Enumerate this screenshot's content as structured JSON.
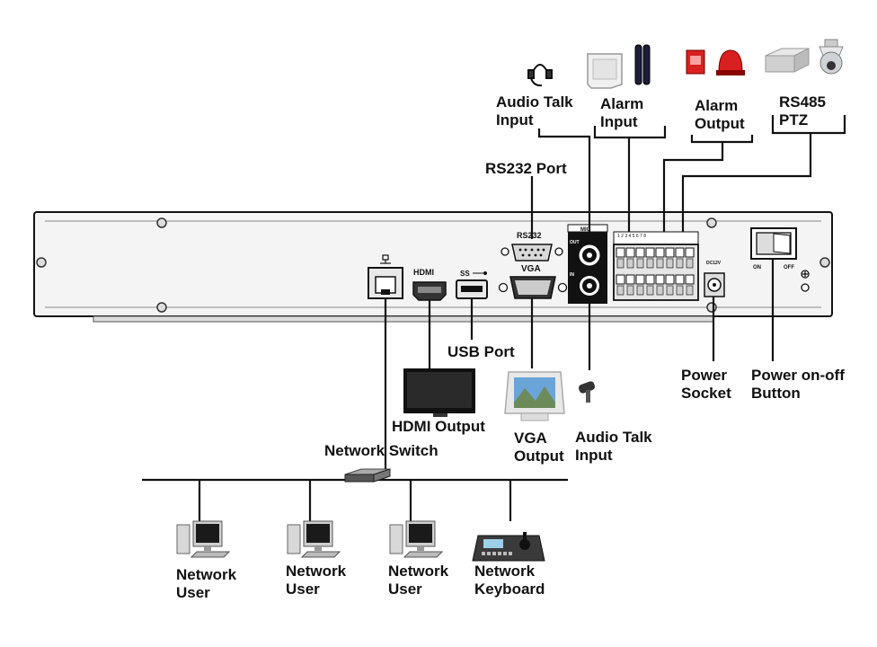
{
  "top_labels": {
    "audio_talk_input_top": [
      "Audio Talk",
      "Input"
    ],
    "alarm_input": [
      "Alarm",
      "Input"
    ],
    "alarm_output": [
      "Alarm",
      "Output"
    ],
    "rs485_ptz": [
      "RS485",
      "PTZ"
    ],
    "rs232_port": "RS232 Port"
  },
  "bottom_labels": {
    "usb_port": "USB Port",
    "hdmi_output": "HDMI Output",
    "network_switch": "Network Switch",
    "vga_output": [
      "VGA",
      "Output"
    ],
    "audio_talk_input_bottom": [
      "Audio Talk",
      "Input"
    ],
    "power_socket": [
      "Power",
      "Socket"
    ],
    "power_button": [
      "Power on-off",
      "Button"
    ]
  },
  "network_devices": [
    [
      "Network",
      "User"
    ],
    [
      "Network",
      "User"
    ],
    [
      "Network",
      "User"
    ],
    [
      "Network",
      "Keyboard"
    ]
  ],
  "panel_text": {
    "rs232": "RS232",
    "vga": "VGA",
    "hdmi": "HDMI",
    "usb": "SS",
    "mic": "MIC",
    "mic_out": "OUT",
    "mic_in": "IN",
    "dc": "DC12V",
    "on": "ON",
    "off": "OFF"
  },
  "colors": {
    "panel_fill": "#f4f4f4",
    "line": "#111111",
    "siren": "#d92020"
  }
}
